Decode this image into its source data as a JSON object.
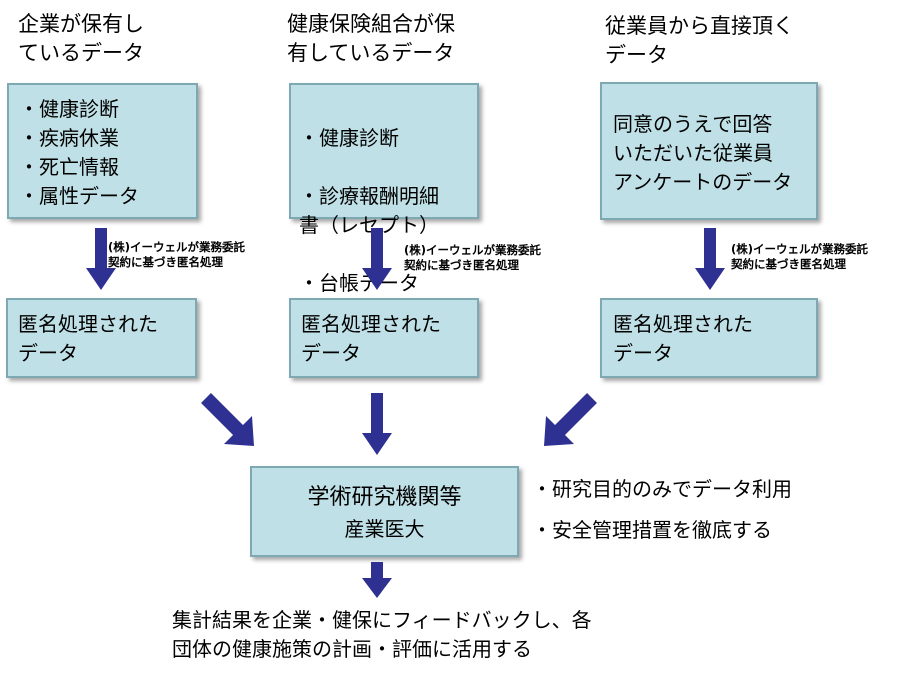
{
  "columns": [
    {
      "heading": "企業が保有し\nているデータ",
      "items": [
        "・健康診断",
        "・疾病休業",
        "・死亡情報",
        "・属性データ"
      ],
      "note": "(株)イーウェルが業務委託\n契約に基づき匿名処理",
      "result": "匿名処理された\nデータ"
    },
    {
      "heading": "健康保険組合が保\n有しているデータ",
      "items": [
        "・健康診断",
        "・診療報酬明細\n書（レセプト）",
        "・台帳データ"
      ],
      "note": "(株)イーウェルが業務委託\n契約に基づき匿名処理",
      "result": "匿名処理された\nデータ"
    },
    {
      "heading": "従業員から直接頂く\nデータ",
      "text": "同意のうえで回答\nいただいた従業員\nアンケートのデータ",
      "note": "(株)イーウェルが業務委託\n契約に基づき匿名処理",
      "result": "匿名処理された\nデータ"
    }
  ],
  "center": {
    "title": "学術研究機関等",
    "subtitle": "産業医大"
  },
  "side_notes": [
    "・研究目的のみでデータ利用",
    "・安全管理措置を徹底する"
  ],
  "footer": "集計結果を企業・健保にフィードバックし、各\n団体の健康施策の計画・評価に活用する",
  "colors": {
    "box_fill": "#bfe0e6",
    "box_border": "#7fa9b2",
    "arrow": "#2e3192"
  }
}
